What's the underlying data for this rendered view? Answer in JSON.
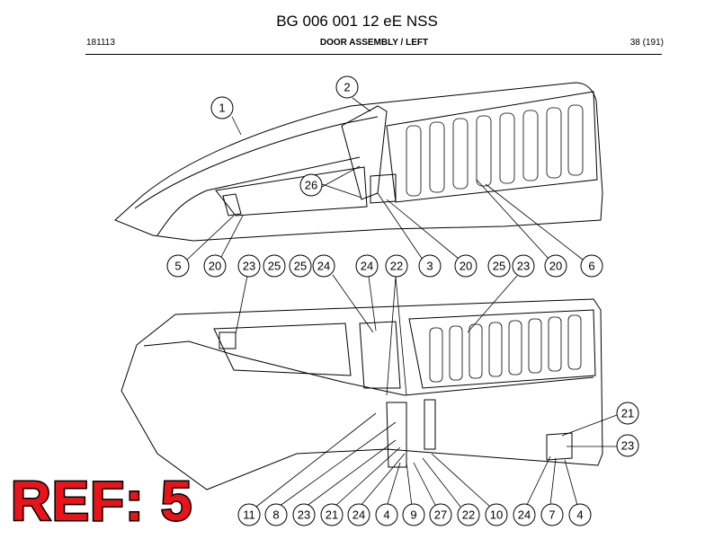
{
  "header": {
    "title": "BG 006 001 12 eE NSS",
    "left": "181113",
    "center": "DOOR ASSEMBLY / LEFT",
    "right": "38 (191)"
  },
  "ref_label": "REF: 5",
  "callouts_top": [
    {
      "label": "1"
    },
    {
      "label": "2"
    },
    {
      "label": "26"
    },
    {
      "label": "5"
    },
    {
      "label": "20"
    },
    {
      "label": "23"
    },
    {
      "label": "25"
    },
    {
      "label": "25"
    },
    {
      "label": "24"
    },
    {
      "label": "24"
    },
    {
      "label": "22"
    },
    {
      "label": "3"
    },
    {
      "label": "20"
    },
    {
      "label": "25"
    },
    {
      "label": "23"
    },
    {
      "label": "20"
    },
    {
      "label": "6"
    }
  ],
  "callouts_bottom": [
    {
      "label": "21"
    },
    {
      "label": "23"
    },
    {
      "label": "11"
    },
    {
      "label": "8"
    },
    {
      "label": "23"
    },
    {
      "label": "21"
    },
    {
      "label": "24"
    },
    {
      "label": "4"
    },
    {
      "label": "9"
    },
    {
      "label": "27"
    },
    {
      "label": "22"
    },
    {
      "label": "10"
    },
    {
      "label": "24"
    },
    {
      "label": "7"
    },
    {
      "label": "4"
    }
  ],
  "colors": {
    "ref_fill": "#e8141a",
    "ref_outline": "#000000",
    "line": "#000000"
  }
}
